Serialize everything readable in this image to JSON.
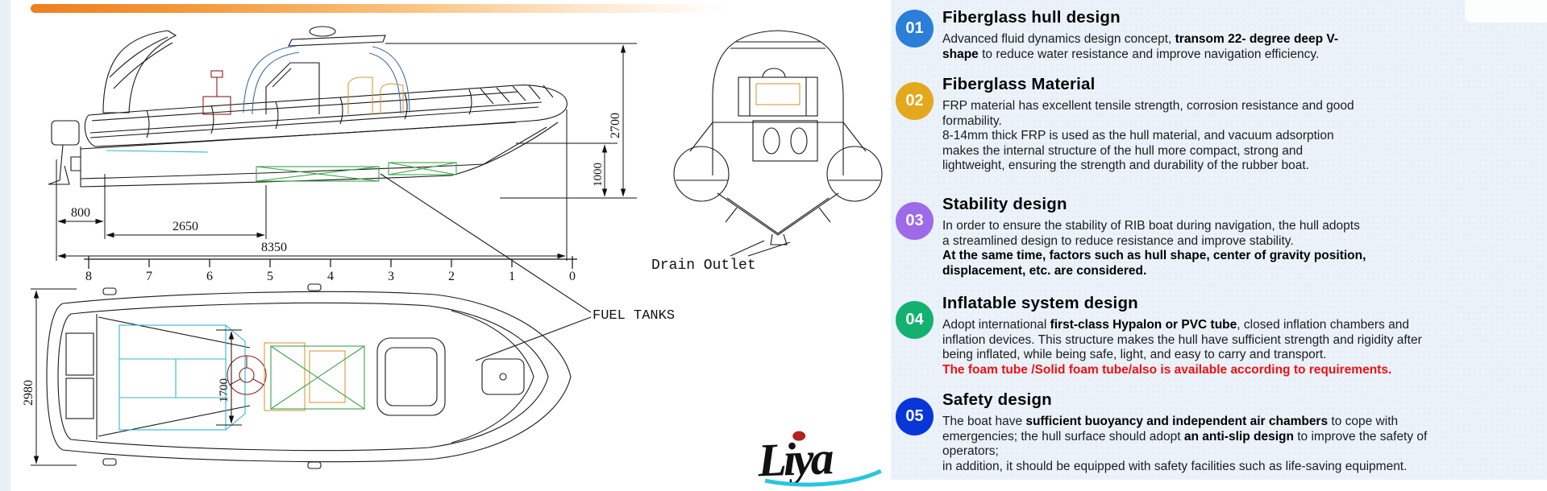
{
  "features": [
    {
      "num": "01",
      "color": "#2b7fd8",
      "title": "Fiberglass hull design",
      "lines": [
        [
          {
            "t": "Advanced fluid dynamics design concept,"
          },
          {
            "t": " transom 22- degree deep V-",
            "b": true
          }
        ],
        [
          {
            "t": "shape",
            "b": true
          },
          {
            "t": " to reduce water resistance and improve navigation efficiency."
          }
        ]
      ]
    },
    {
      "num": "02",
      "color": "#e4a81d",
      "title": "Fiberglass Material",
      "lines": [
        [
          {
            "t": "FRP material has excellent tensile strength, corrosion resistance and good"
          }
        ],
        [
          {
            "t": "formability."
          }
        ],
        [
          {
            "t": "8-14mm thick FRP is used as the hull material, and vacuum adsorption"
          }
        ],
        [
          {
            "t": "makes the internal structure of the hull more compact, strong and"
          }
        ],
        [
          {
            "t": "lightweight, ensuring the strength and durability of the rubber boat."
          }
        ]
      ]
    },
    {
      "num": "03",
      "color": "#9e6ae8",
      "title": "Stability design",
      "lines": [
        [
          {
            "t": "In order to ensure the stability of RIB boat during navigation, the hull adopts"
          }
        ],
        [
          {
            "t": "a streamlined design to reduce resistance and improve stability."
          }
        ],
        [
          {
            "t": "At the same time, factors such as hull shape, center of gravity position,",
            "b": true
          }
        ],
        [
          {
            "t": "displacement, etc. are considered.",
            "b": true
          }
        ]
      ]
    },
    {
      "num": "04",
      "color": "#13b170",
      "title": "Inflatable system design",
      "lines": [
        [
          {
            "t": "Adopt international "
          },
          {
            "t": "first-class Hypalon or PVC tube",
            "b": true
          },
          {
            "t": ", closed inflation chambers and"
          }
        ],
        [
          {
            "t": "inflation devices. This structure makes the hull have sufficient strength and rigidity after"
          }
        ],
        [
          {
            "t": "being inflated, while being safe, light, and easy to carry and transport."
          }
        ],
        [
          {
            "t": "The foam tube /Solid foam tube/also is available according to requirements.",
            "red": true
          }
        ]
      ]
    },
    {
      "num": "05",
      "color": "#0837d8",
      "title": "Safety design",
      "lines": [
        [
          {
            "t": "The boat have "
          },
          {
            "t": "sufficient buoyancy and independent air chambers",
            "b": true
          },
          {
            "t": " to cope with"
          }
        ],
        [
          {
            "t": "emergencies; the hull surface should adopt "
          },
          {
            "t": "an anti-slip design",
            "b": true
          },
          {
            "t": " to improve the safety of"
          }
        ],
        [
          {
            "t": "operators;"
          }
        ],
        [
          {
            "t": "in addition, it should be equipped with safety facilities such as life-saving equipment."
          }
        ]
      ]
    }
  ],
  "drawing": {
    "dims": {
      "len_800": "800",
      "len_2650": "2650",
      "len_8350": "8350",
      "h_2700": "2700",
      "h_1000": "1000",
      "w_2980": "2980",
      "w_1700": "1700"
    },
    "ruler_ticks": [
      "8",
      "7",
      "6",
      "5",
      "4",
      "3",
      "2",
      "1",
      "0"
    ],
    "fuel_tanks_label": "FUEL TANKS",
    "drain_outlet_label": "Drain Outlet",
    "logo_text": "Liya"
  }
}
